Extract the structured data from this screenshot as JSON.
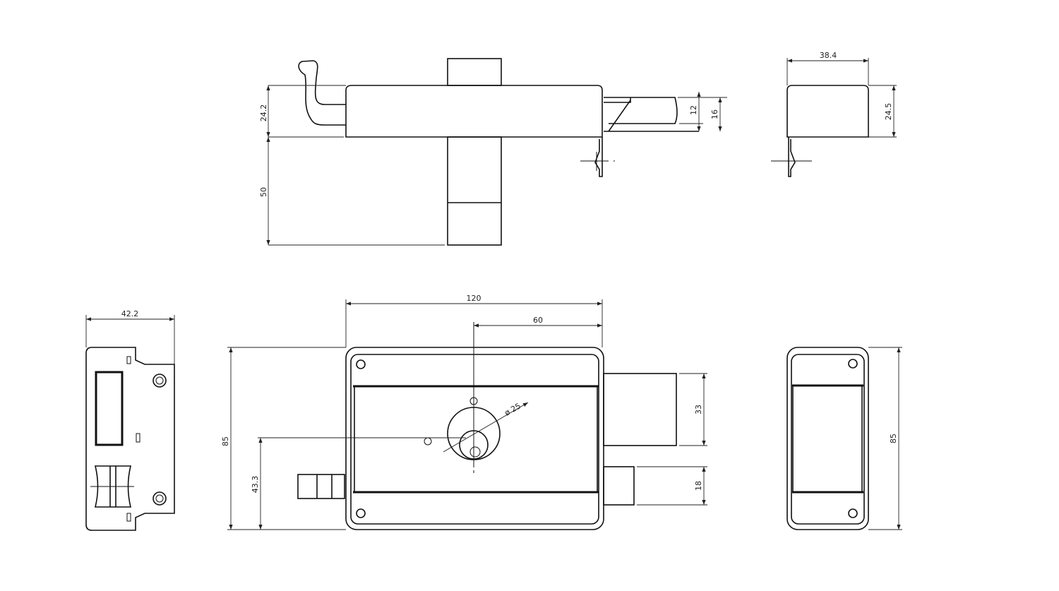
{
  "drawing": {
    "colors": {
      "line": "#111111",
      "background": "#ffffff"
    },
    "top_view": {
      "height_label": "24.2",
      "depth_label": "50",
      "bolt_inner_label": "12",
      "bolt_outer_label": "16"
    },
    "side_view": {
      "width_label": "38.4",
      "height_label": "24.5"
    },
    "strike_plate": {
      "width_label": "42.2"
    },
    "front_view": {
      "width_label": "120",
      "center_label": "60",
      "height_label": "85",
      "key_height_label": "43.3",
      "cylinder_label": "ø 25",
      "deadbolt_label": "33",
      "latch_label": "18"
    },
    "end_view": {
      "height_label": "85"
    }
  }
}
